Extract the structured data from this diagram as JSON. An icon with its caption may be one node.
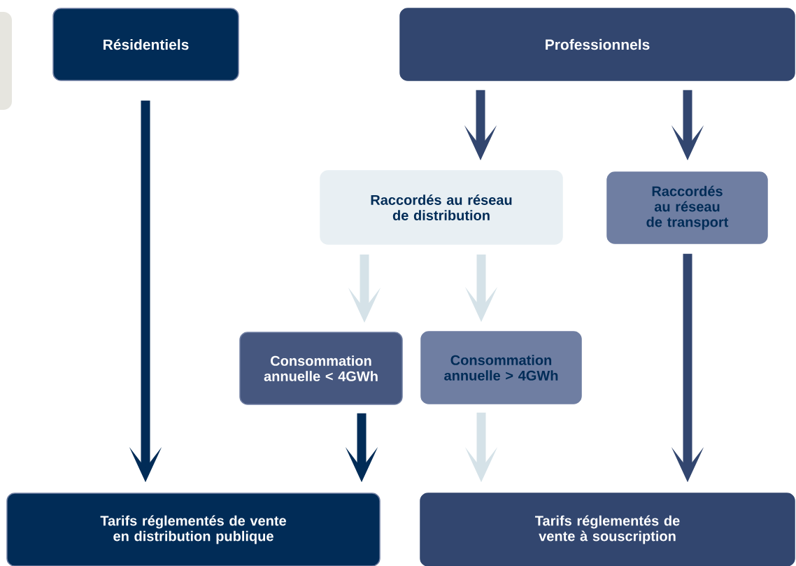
{
  "diagram": {
    "nodes": [
      {
        "text": [
          "Résidentiels"
        ]
      },
      {
        "text": [
          "Professionnels"
        ]
      },
      {
        "text": [
          "Raccordés au réseau de distribution"
        ]
      },
      {
        "text": [
          "Raccordés au réseau de transport"
        ]
      },
      {
        "text": [
          "Consommation annuelle < 4GWh"
        ]
      },
      {
        "text": [
          "Consommation annuelle > 4GWh"
        ]
      },
      {
        "text": [
          "Tarifs réglementés de vente en distribution publique"
        ]
      },
      {
        "text": [
          "Tarifs réglementés de vente à souscription"
        ]
      }
    ],
    "edges": [
      {
        "from": 0,
        "to": 6,
        "arrow": "to",
        "color": "#012c57"
      },
      {
        "from": 1,
        "to": 2,
        "arrow": "to",
        "color": "#32466f"
      },
      {
        "from": 1,
        "to": 3,
        "arrow": "to",
        "color": "#32466f"
      },
      {
        "from": 2,
        "to": 4,
        "arrow": "to",
        "color": "#d5e2e8"
      },
      {
        "from": 2,
        "to": 5,
        "arrow": "to",
        "color": "#d5e2e8"
      },
      {
        "from": 3,
        "to": 7,
        "arrow": "to",
        "color": "#32466f"
      },
      {
        "from": 4,
        "to": 6,
        "arrow": "to",
        "color": "#012c57"
      },
      {
        "from": 5,
        "to": 7,
        "arrow": "to",
        "color": "#d5e2e8"
      }
    ]
  }
}
